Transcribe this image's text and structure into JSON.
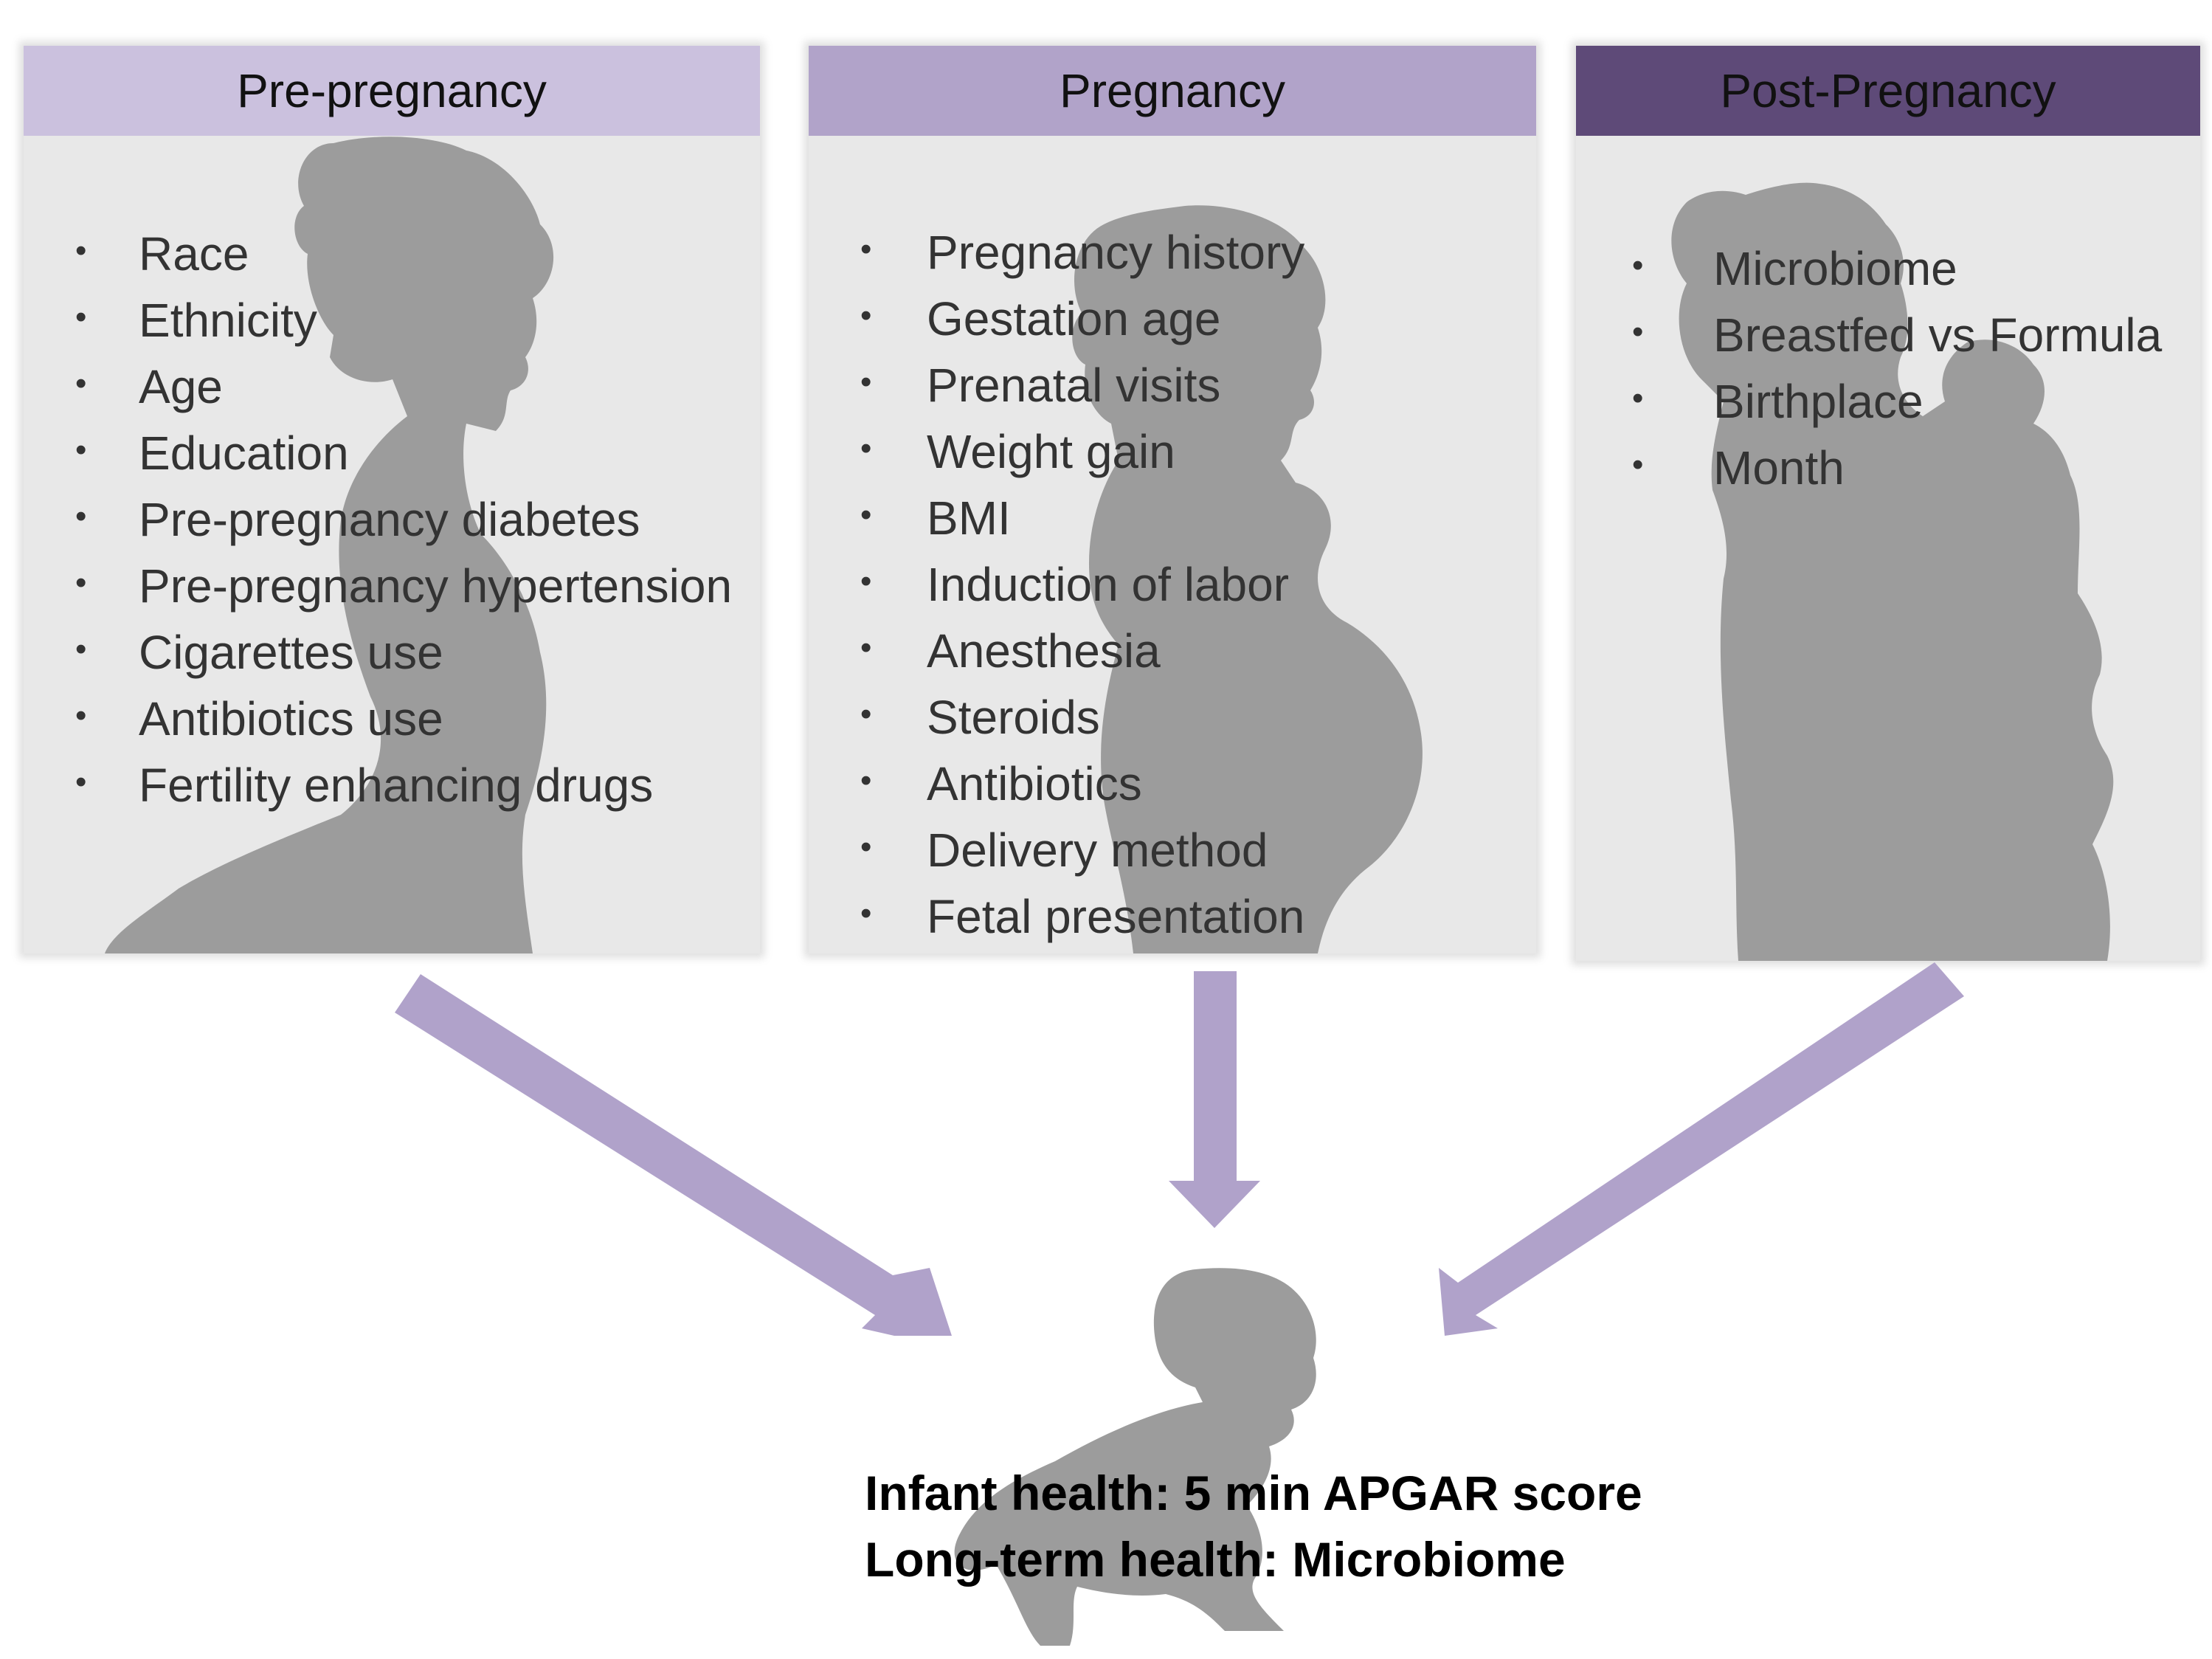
{
  "colors": {
    "header_pre": "#cbc1de",
    "header_preg": "#b1a3c9",
    "header_post": "#5e4a78",
    "header_post_text": "#111111",
    "arrow": "#b0a2ca",
    "silhouette": "#9c9c9c",
    "panel_bg": "#e8e8e8"
  },
  "panels": [
    {
      "title": "Pre-pregnancy",
      "items": [
        "Race",
        "Ethnicity",
        "Age",
        "Education",
        "Pre-pregnancy diabetes",
        "Pre-pregnancy hypertension",
        "Cigarettes use",
        "Antibiotics use",
        "Fertility enhancing drugs"
      ]
    },
    {
      "title": "Pregnancy",
      "items": [
        "Pregnancy history",
        "Gestation age",
        "Prenatal visits",
        "Weight gain",
        "BMI",
        "Induction of labor",
        "Anesthesia",
        "Steroids",
        "Antibiotics",
        "Delivery method",
        "Fetal presentation"
      ]
    },
    {
      "title": "Post-Pregnancy",
      "items": [
        "Microbiome",
        "Breastfed vs Formula",
        "Birthplace",
        "Month"
      ]
    }
  ],
  "outcome": {
    "line1": "Infant health: 5 min APGAR score",
    "line2": "Long-term health: Microbiome"
  },
  "bullet_glyph": "•"
}
